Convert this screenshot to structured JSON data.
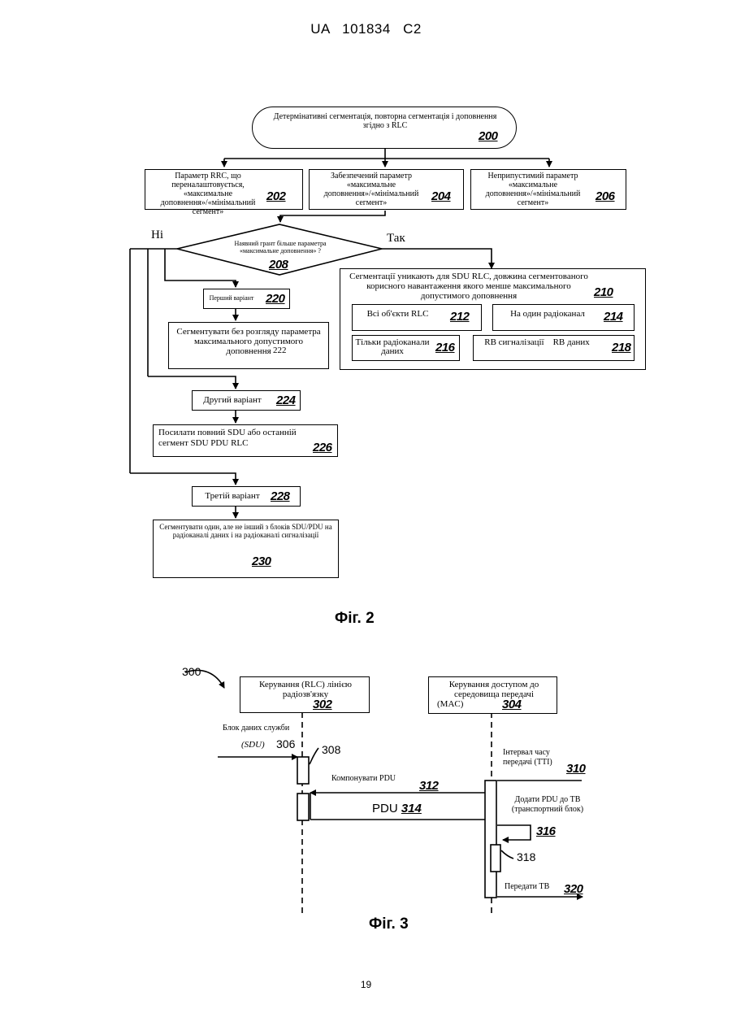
{
  "header": {
    "country": "UA",
    "number": "101834",
    "kind": "C2"
  },
  "fig2": {
    "caption": "Фіг. 2",
    "start": {
      "text": "Детермінативні сегментація, повторна сегментація і доповнення згідно з RLC",
      "num": "200"
    },
    "b202": {
      "text": "Параметр RRC, що переналаштовується, «максимальне доповнення»/«мінімальний сегмент»",
      "num": "202"
    },
    "b204": {
      "text": "Забезпечений параметр «максимальне доповнення»/«мінімальний сегмент»",
      "num": "204"
    },
    "b206": {
      "text": "Неприпустимий параметр «максимальне доповнення»/«мінімальний сегмент»",
      "num": "206"
    },
    "d208": {
      "text": "Наявний грант більше параметра «максимальне доповнення» ?",
      "num": "208",
      "no": "Ні",
      "yes": "Так"
    },
    "b210": {
      "text": "Сегментації уникають для SDU RLC, довжина сегментованого корисного навантаження якого менше максимального допустимого доповнення",
      "num": "210"
    },
    "b212": {
      "text": "Всі об'єкти RLC",
      "num": "212"
    },
    "b214": {
      "text": "На один радіоканал",
      "num": "214"
    },
    "b216": {
      "text": "Тільки радіоканали даних",
      "num": "216"
    },
    "b218": {
      "text": "RB сигналізації    RB даних",
      "num": "218"
    },
    "b220": {
      "text": "Перший варіант",
      "num": "220"
    },
    "b222": {
      "text": "Сегментувати без розгляду параметра максимального допустимого доповнення",
      "num": "222"
    },
    "b224": {
      "text": "Другий варіант",
      "num": "224"
    },
    "b226": {
      "text": "Посилати повний SDU або останній сегмент SDU PDU RLC",
      "num": "226"
    },
    "b228": {
      "text": "Третій варіант",
      "num": "228"
    },
    "b230": {
      "text": "Сегментувати один, але не інший з блоків SDU/PDU на радіоканалі даних і на радіоканалі сигналізації",
      "num": "230"
    }
  },
  "fig3": {
    "caption": "Фіг. 3",
    "ref300": "300",
    "rlc": {
      "text": "Керування (RLC) лінією радіозв'язку",
      "num": "302"
    },
    "mac": {
      "text": "Керування доступом до середовища передачі",
      "abbr": "(MAC)",
      "num": "304"
    },
    "sdu_label_1": "Блок даних служби",
    "sdu_label_2": "(SDU)",
    "ref306": "306",
    "ref308": "308",
    "tti_label": "Інтервал часу передачі (TTI)",
    "ref310": "310",
    "compose_label": "Компонувати PDU",
    "ref312": "312",
    "pdu_label": "PDU",
    "ref314": "314",
    "add_label": "Додати PDU до TB (транспортний блок)",
    "ref316": "316",
    "ref318": "318",
    "send_label": "Передати TB",
    "ref320": "320"
  },
  "footer": {
    "page": "19"
  }
}
